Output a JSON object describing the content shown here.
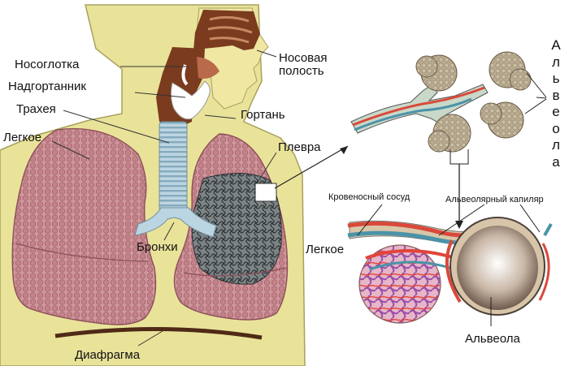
{
  "labels": {
    "nasopharynx": "Носоглотка",
    "epiglottis": "Надгортанник",
    "trachea": "Трахея",
    "lung_left": "Легкое",
    "nasal_cavity": "Носовая полость",
    "larynx": "Гортань",
    "pleura": "Плевра",
    "bronchi": "Бронхи",
    "diaphragm": "Диафрагма",
    "blood_vessel": "Кровеносный сосуд",
    "alveolar_capillary": "Альвеолярный капиляр",
    "lung_right": "Легкое",
    "alveolus": "Альвеола",
    "alveoli_vertical": [
      "А",
      "л",
      "ь",
      "в",
      "е",
      "о",
      "л",
      "а"
    ]
  },
  "colors": {
    "body": "#e9e39a",
    "body_outline": "#a8a05c",
    "lung": "#c98f96",
    "lung_cell": "#a66a72",
    "lung_dark": "#4a4e52",
    "trachea": "#b9d3e0",
    "airway_brown": "#7a3b1e",
    "artery": "#d9493b",
    "vein": "#4a93a8",
    "alveolus_sac": "#b8a98e",
    "capillary_purple": "#8a4fa0",
    "capillary_red": "#e0443a"
  }
}
